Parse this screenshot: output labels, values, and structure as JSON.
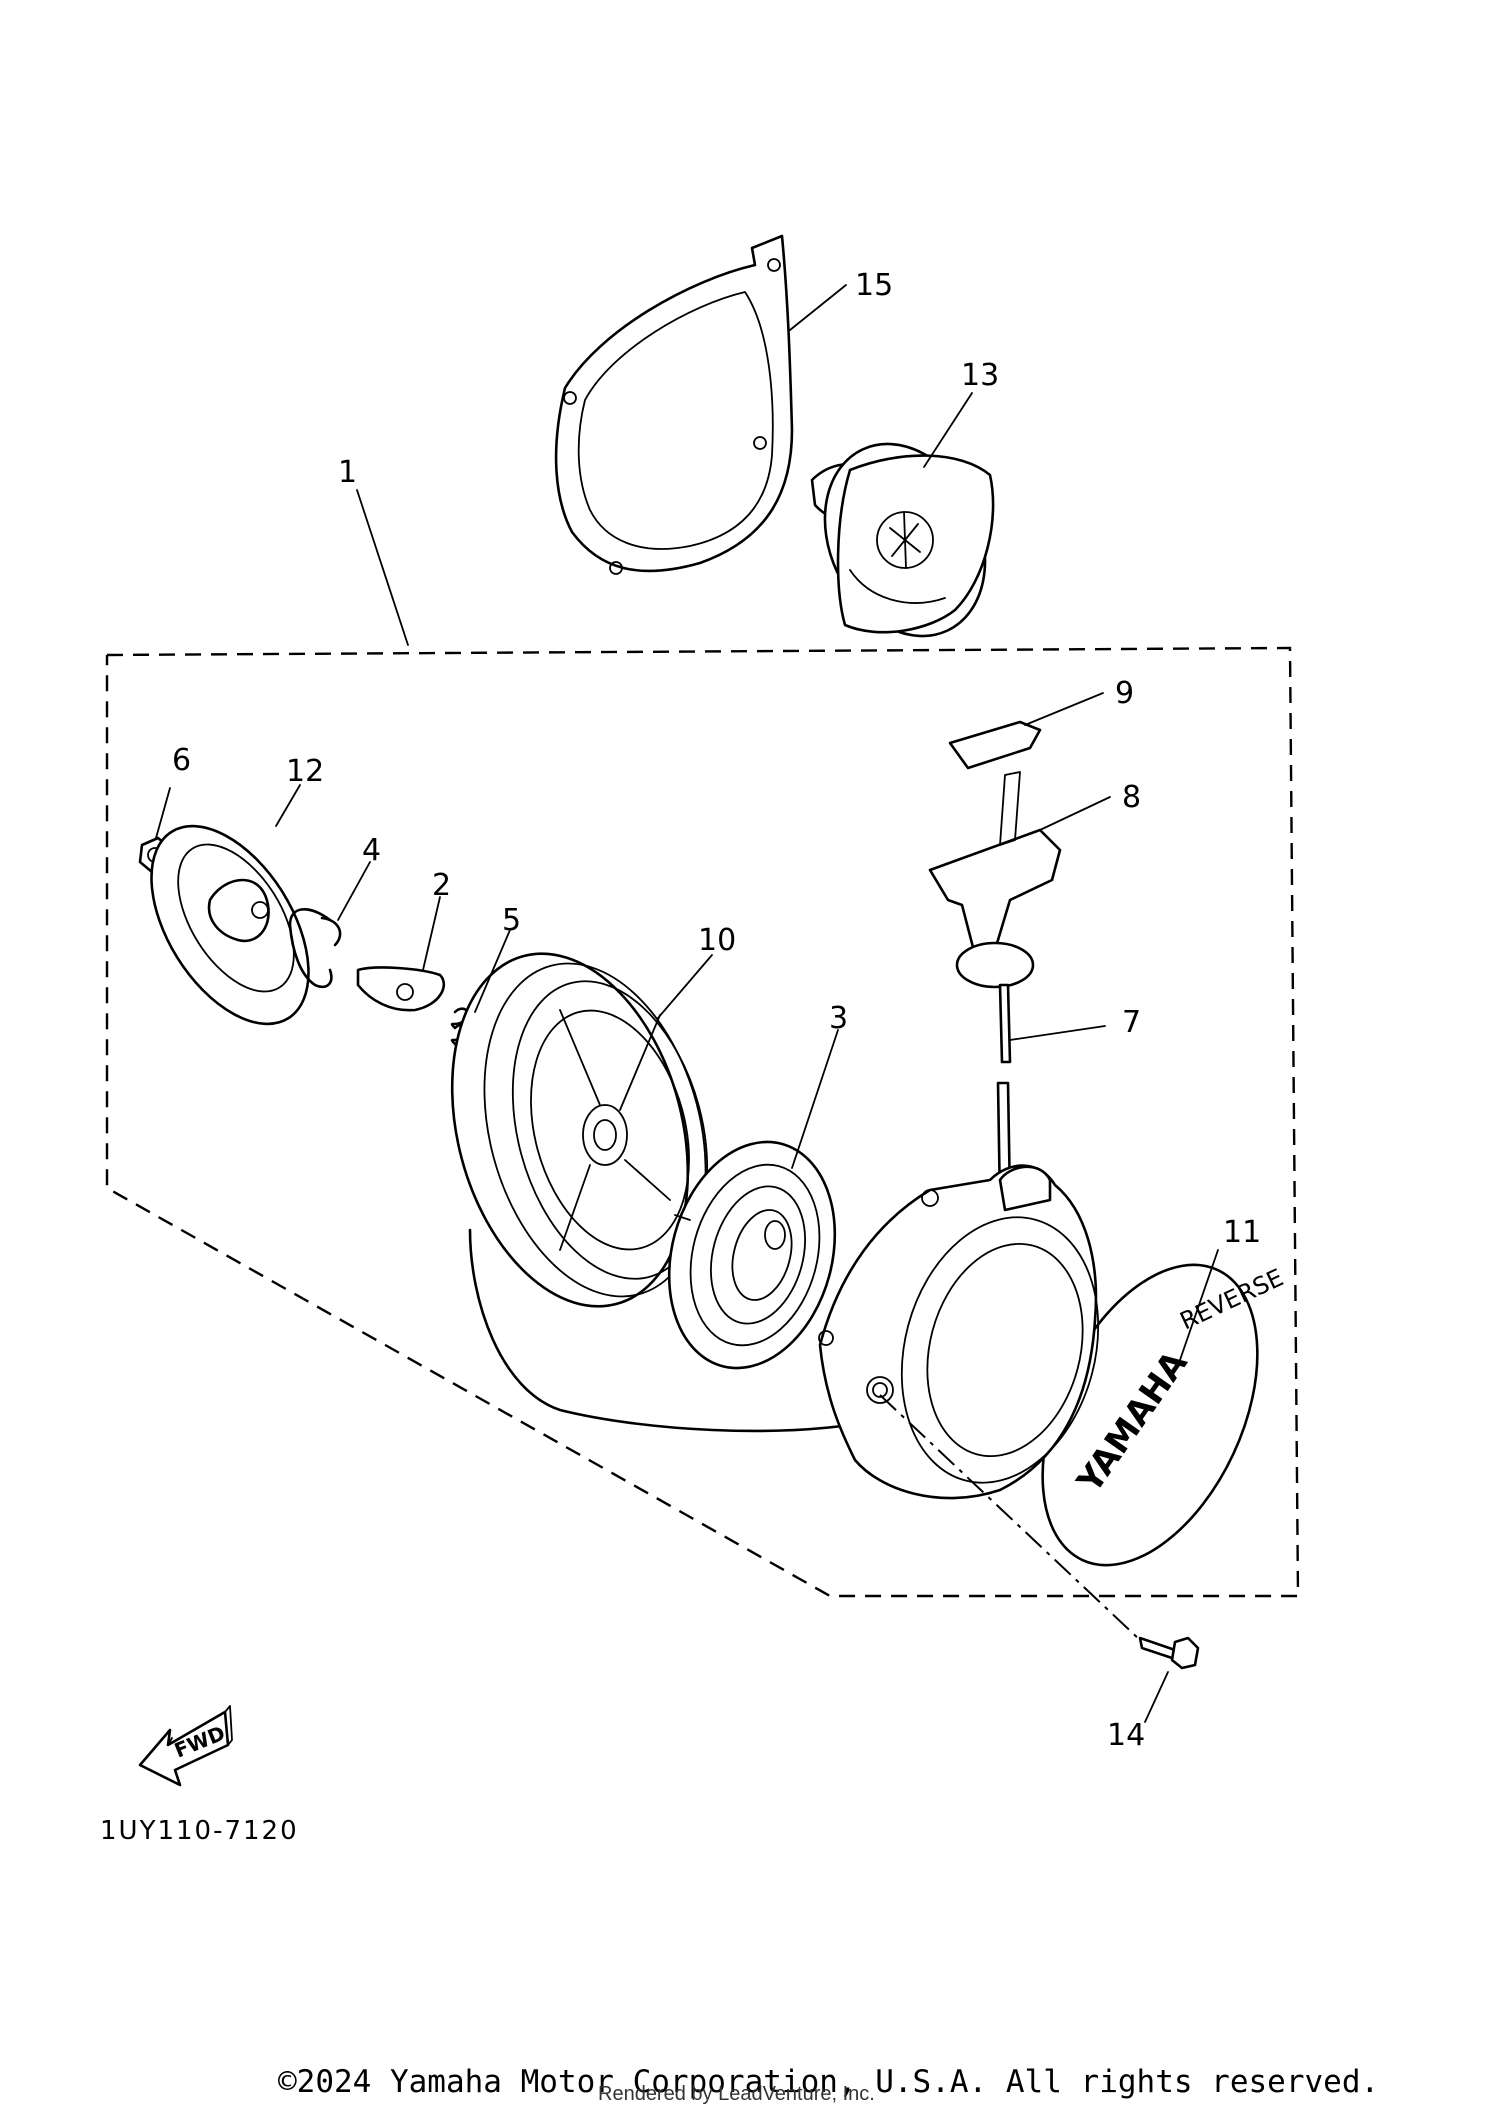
{
  "diagram": {
    "code": "1UY110-7120",
    "fwd_label": "FWD",
    "callouts": {
      "c1": "1",
      "c2": "2",
      "c3": "3",
      "c4": "4",
      "c5": "5",
      "c6": "6",
      "c7": "7",
      "c8": "8",
      "c9": "9",
      "c10": "10",
      "c11": "11",
      "c12": "12",
      "c13": "13",
      "c14": "14",
      "c15": "15"
    },
    "cover_text": {
      "reverse": "REVERSE",
      "brand": "YAMAHA"
    }
  },
  "footer": {
    "copyright": "©2024 Yamaha Motor Corporation, U.S.A. All rights reserved.",
    "rendered_by": "Rendered by LeadVenture, Inc."
  }
}
